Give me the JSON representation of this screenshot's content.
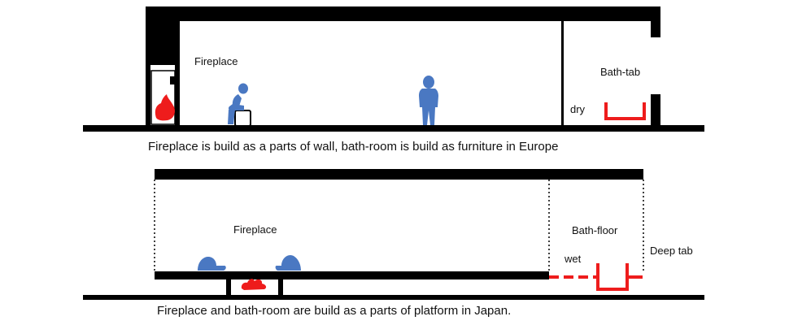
{
  "europe": {
    "labels": {
      "fireplace": "Fireplace",
      "bath_tab": "Bath-tab",
      "dry": "dry"
    },
    "caption": "Fireplace is build as a parts of wall, bath-room is build as furniture in Europe"
  },
  "japan": {
    "labels": {
      "fireplace": "Fireplace",
      "bath_floor": "Bath-floor",
      "wet": "wet",
      "deep_tab": "Deep tab"
    },
    "caption": "Fireplace and bath-room are build as a parts of platform in Japan."
  },
  "colors": {
    "structure": "#000000",
    "fire": "#ee1c1c",
    "bath": "#ee1c1c",
    "person": "#4a78c2"
  }
}
